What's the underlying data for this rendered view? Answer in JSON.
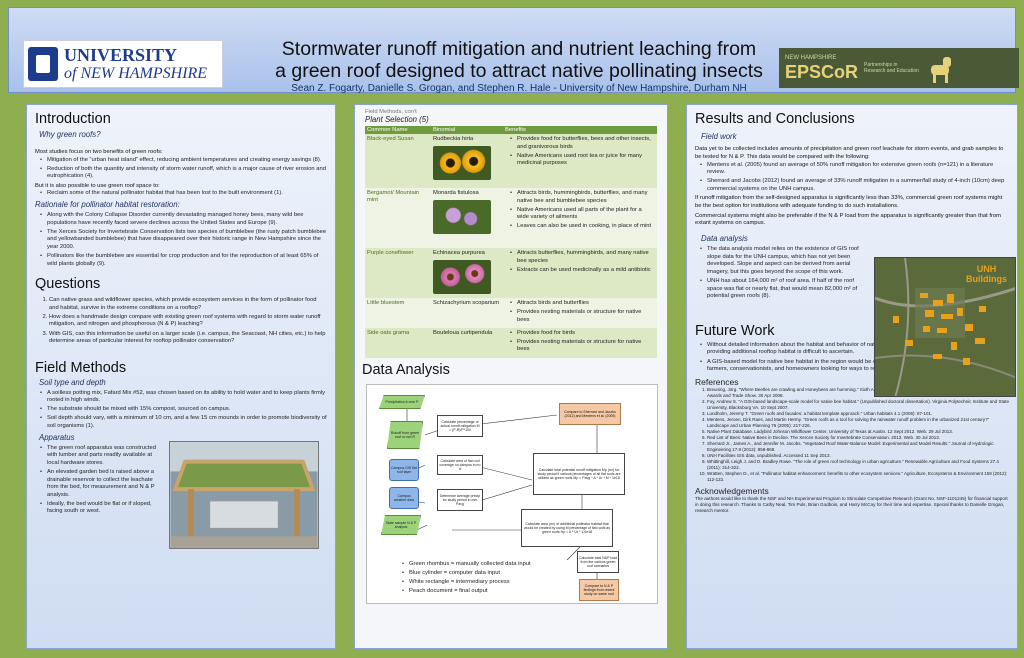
{
  "header": {
    "unh_logo_line1": "UNIVERSITY",
    "unh_logo_line2": "of NEW HAMPSHIRE",
    "title_line1": "Stormwater runoff mitigation and nutrient leaching from",
    "title_line2": "a green roof designed to attract native pollinating insects",
    "authors": "Sean Z. Fogarty, Danielle S. Grogan, and Stephen R. Hale  -  University of New Hampshire, Durham NH",
    "epscor_top": "NEW HAMPSHIRE",
    "epscor_name": "EPSCoR",
    "epscor_side": "Partnerships in Research and Education"
  },
  "intro": {
    "heading": "Introduction",
    "sub1": "Why green roofs?",
    "p1": "Most studies focus on two benefits of green roofs:",
    "bullets1": [
      "Mitigation of the “urban heat island” effect, reducing ambient temperatures and creating energy savings (8).",
      "Reduction of both the quantity and intensity of storm water runoff, which is a major cause of river erosion and eutrophication (4)."
    ],
    "p2": "But it is also possible to use green roof space to:",
    "bullets2": [
      "Reclaim some of the natural pollinator habitat that has been lost to the built environment (1)."
    ],
    "sub2": "Rationale for pollinator habitat restoration:",
    "bullets3": [
      "Along with the Colony Collapse Disorder currently devastating managed honey bees, many wild bee populations have recently faced severe declines across the United States and Europe (9).",
      "The Xerces Society for Invertebrate Conservation lists two species of bumblebee (the rusty patch bumblebee and yellowbanded bumblebee) that have disappeared over their historic range in New Hampshire since the year 2000.",
      "Pollinators like the bumblebee are essential for crop production and for the reproduction of at least 65% of wild plants globally (9)."
    ]
  },
  "questions": {
    "heading": "Questions",
    "items": [
      "Can native grass and wildflower species, which provide ecosystem services in the form of pollinator food and habitat, survive in the extreme conditions on a rooftop?",
      "How does a handmade design compare with existing green roof systems with regard to storm water runoff mitigation, and nitrogen and phosphorous (N & P) leaching?",
      "With GIS, can this information be useful on a larger scale (i.e. campus, the Seacoast, NH cities, etc.) to help determine areas of particular interest for rooftop pollinator conservation?"
    ]
  },
  "field_methods": {
    "heading": "Field Methods",
    "sub1": "Soil type and depth",
    "bullets1": [
      "A soilless potting mix, Fafard Mix #52, was chosen based on its ability to hold water and to keep plants firmly rooted in high winds.",
      "The substrate should be mixed with 15% compost, sourced on campus.",
      "Soil depth should vary, with a minimum of 10 cm, and a few 15 cm mounds in order to promote biodiversity of soil organisms (1)."
    ],
    "sub2": "Apparatus",
    "bullets2": [
      "The green roof apparatus was constructed with lumber and parts readily available at local hardware stores.",
      "An elevated garden bed is raised above a drainable reservoir to collect the leachate from the bed, for measurement and N & P analysis.",
      "Ideally, the bed would be flat or if sloped, facing south or west."
    ]
  },
  "plant_selection": {
    "kicker": "Field Methods, con't",
    "heading": "Plant Selection (5)",
    "columns": [
      "Common Name",
      "Binomial",
      "Benefits"
    ],
    "rows": [
      {
        "common": "Black-eyed Susan",
        "binomial": "Rudbeckia hirta",
        "benefits": [
          "Provides food for butterflies, bees and other insects, and granivorous birds",
          "Native Americans used root tea or juice for many medicinal purposes"
        ]
      },
      {
        "common": "Bergamot/ Mountain mint",
        "binomial": "Monarda fistulosa",
        "benefits": [
          "Attracts birds, hummingbirds, butterflies, and many native bee and bumblebee species",
          "Native Americans used all parts of the plant for a wide variety of ailments",
          "Leaves can also be used in cooking, in place of mint"
        ]
      },
      {
        "common": "Purple coneflower",
        "binomial": "Echinacea purpurea",
        "benefits": [
          "Attracts butterflies, hummingbirds, and many native bee species",
          "Extracts can be used medicinally as a mild antibiotic"
        ]
      },
      {
        "common": "Little bluestem",
        "binomial": "Schizachyrium scoparium",
        "benefits": [
          "Attracts birds and butterflies",
          "Provides nesting materials or structure for native bees"
        ]
      },
      {
        "common": "Side oats grama",
        "binomial": "Bouteloua curtipendula",
        "benefits": [
          "Provides food for birds",
          "Provides nesting materials or structure for native bees"
        ]
      }
    ]
  },
  "data_analysis_diagram": {
    "heading": "Data Analysis",
    "nodes": {
      "precip": "Precipitation in mm P",
      "runoff": "Runoff from green roof in mm R",
      "campus": "Campus GIS flat roof layer",
      "weather": "Campus weather data",
      "state": "State sample N & P analysis",
      "calc1": "Calculate percentage of actual runoff mitigation M = (P-R)/P*100",
      "calc2": "Calculate area of flat roof coverage on campus in m² A",
      "calc3": "Determine average precip for study period in mm Pavg",
      "compare": "Compare to Sherrard and Jacobs (2012) and Mentens et al. (2005)",
      "calc4": "Calculate total potential runoff mitigation Mp (m³) for study period if various percentages of all flat roofs are utilized as green roofs   Mp = Pavg * A * Ur * M * 1e18",
      "calc5": "Calculate area (m²) of additional pollinator habitat that would be created by using M percentage of flat roofs as green roofs   Hp = A * Ur * 1.0e18",
      "calc6": "Calculate total N&P load from the various green roof scenarios",
      "compare2": "Compare to N & P findings from recent study on same roof"
    },
    "legend": [
      "Green rhombus = manually collected data input",
      "Blue cylinder = computer data input",
      "White rectangle = intermediary process",
      "Peach document = final output"
    ]
  },
  "results": {
    "heading": "Results and Conclusions",
    "sub1": "Field work",
    "p1": "Data yet to be collected includes amounts of precipitation and green roof leachate for storm events, and grab samples to be tested for N & P. This data would be compared with the following:",
    "bullets1": [
      "Mentens et al. (2005) found an average of 50% runoff mitigation for extensive green roofs (n=121) in a literature review.",
      "Sherrard and Jacobs (2012) found an average of 33% runoff mitigation in a summer/fall study of 4-inch (10cm) deep commercial systems on the UNH campus."
    ],
    "p2": "If runoff mitigation from the self-designed apparatus is significantly less than 33%, commercial green roof systems might be the best option for institutions with adequate funding to do such installations.",
    "p3": "Commercial systems might also be preferable if the N & P load from the apparatus is significantly greater than that from extant systems on campus.",
    "sub2": "Data analysis",
    "bullets2": [
      "The data analysis model relies on the existence of GIS roof slope data for the UNH campus, which has not yet been developed. Slope and aspect can be derived from aerial imagery, but this goes beyond the scope of this work.",
      "UNH has about 164,000 m² of roof area. If half of the roof space was flat or nearly flat, that would mean 82,000 m² of potential green roofs (8)."
    ],
    "map_label_line1": "UNH",
    "map_label_line2": "Buildings"
  },
  "future": {
    "heading": "Future Work",
    "bullets": [
      "Without detailed information about the habitat and behavior of native bee species, the quantitative significance of providing additional rooftop habitat is difficult to ascertain.",
      "A GIS-based model for native bee habitat in the region would be of great use to municipal and campus planners, farmers, conservationists, and homeowners looking for ways to restore and conserve pollinator habitat (2)."
    ]
  },
  "references": {
    "heading": "References",
    "items": [
      "Breuning, Jörg. \"Where Beetles are crawling and Honeybees are humming.\" Sixth Annual Greening Rooftops for Sustainable Communities Conference, Awards and Trade Show. 30 Apr 2008.",
      "Foy, Andrew S. \"A GIS-based landscape-scale model for native bee habitat.\" (Unpublished doctoral dissertation). Virginia Polytechnic Institute and State University, Blacksburg VA. 10 Sept 2007.",
      "Lundholm, Jeremy T. \"Green roofs and facades: a habitat template approach.\" Urban habitats 4.1 (2006): 87-101.",
      "Mentens, Jeroen, Dirk Raes, and Martin Hermy. \"Green roofs as a tool for solving the rainwater runoff problem in the urbanized 21st century?\" Landscape and Urban Planning 76 (2005): 217-226.",
      "Native Plant Database. Ladybird Johnson Wildflower Center, University of Texas at Austin. 12 Sept 2012. Web. 29 Jul 2013.",
      "Red List of Bees: Native Bees in Decline. The Xerces Society for Invertebrate Conservation. 2013. Web. 30 Jul 2013.",
      "Sherrard Jr., James A., and Jennifer M. Jacobs. \"Vegetated Roof Water-Balance Model: Experimental and Model Results.\" Journal of Hydrologic Engineering 17.8 (2012): 858-868.",
      "UNH Facilities GIS data, unpublished. Accessed 11 Sep 2013.",
      "Whittinghill, Leigh J. and D. Bradley Rowe. \"The role of green roof technology in urban agriculture.\" Renewable Agriculture and Food Systems 27.4 (2011): 314-322.",
      "Wratten, Stephen D., et al. \"Pollinator habitat enhancement: benefits to other ecosystem services.\" Agriculture, Ecosystems & Environment 159 (2012): 112-122."
    ]
  },
  "acknowledgements": {
    "heading": "Acknowledgements",
    "text": "The authors would like to thank the NSF and NH Experimental Program to Stimulate Competitive Research (Grant No. NSF-1101245) for financial support in doing this research. Thanks to Cathy Neal, Tim Puls, Brian Godbois, and Harry McCoy for their time and expertise. Special thanks to Danielle Grogan, research mentor."
  },
  "colors": {
    "background": "#8fae4f",
    "header_blue": "#a9c1ea",
    "table_green": "#6f9b3f",
    "map_building": "#e6a21e"
  }
}
